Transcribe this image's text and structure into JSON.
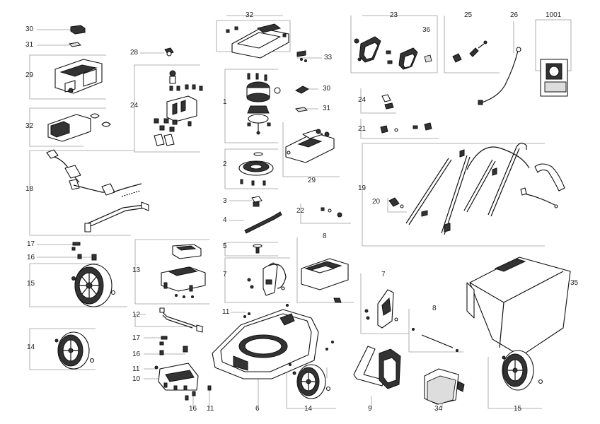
{
  "diagram": {
    "callouts": {
      "c30a": "30",
      "c31a": "31",
      "c29a": "29",
      "c32a": "32",
      "c18": "18",
      "c17a": "17",
      "c16a": "16",
      "c15a": "15",
      "c14a": "14",
      "c28": "28",
      "c24a": "24",
      "c13": "13",
      "c12": "12",
      "c17b": "17",
      "c16b": "16",
      "c11a": "11",
      "c10": "10",
      "c16c": "16",
      "c11b": "11",
      "c32b": "32",
      "c1": "1",
      "c2": "2",
      "c3": "3",
      "c4": "4",
      "c5": "5",
      "c7a": "7",
      "c11c": "11",
      "c6": "6",
      "c33": "33",
      "c30b": "30",
      "c31b": "31",
      "c29b": "29",
      "c22": "22",
      "c8a": "8",
      "c14b": "14",
      "c23": "23",
      "c36": "36",
      "c25": "25",
      "c26": "26",
      "c1001": "1001",
      "c24b": "24",
      "c21": "21",
      "c19": "19",
      "c20": "20",
      "c7b": "7",
      "c8b": "8",
      "c35": "35",
      "c9": "9",
      "c34": "34",
      "c15b": "15"
    }
  }
}
